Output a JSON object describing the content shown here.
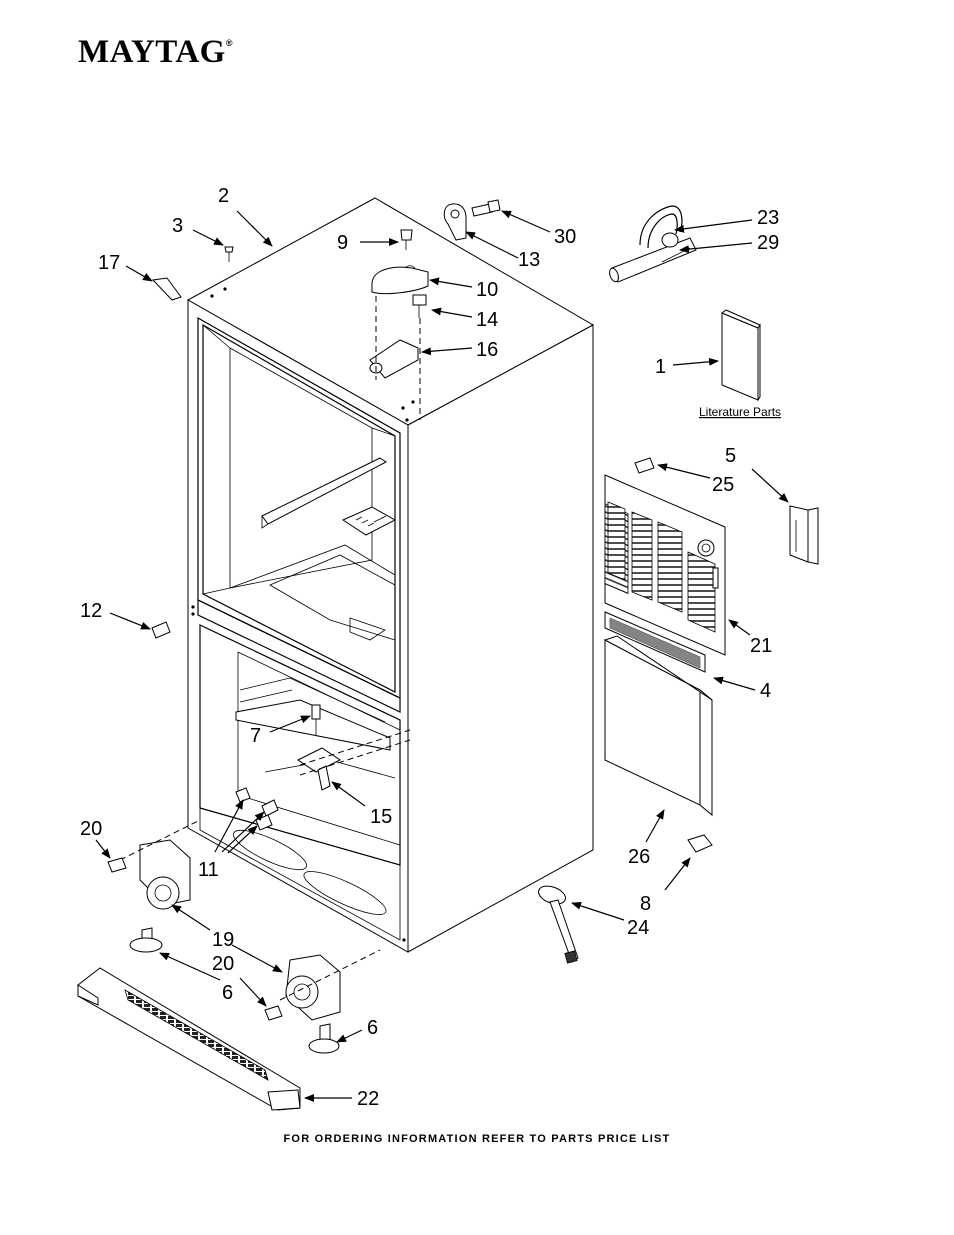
{
  "brand": {
    "name": "MAYTAG",
    "mark": "®"
  },
  "literature_label": "Literature Parts",
  "footer": "FOR ORDERING INFORMATION REFER TO PARTS PRICE LIST",
  "callouts": {
    "c1": "1",
    "c2": "2",
    "c3": "3",
    "c4": "4",
    "c5": "5",
    "c6a": "6",
    "c6b": "6",
    "c7": "7",
    "c8": "8",
    "c9": "9",
    "c10": "10",
    "c11": "11",
    "c12": "12",
    "c13": "13",
    "c14": "14",
    "c15": "15",
    "c16": "16",
    "c17": "17",
    "c19": "19",
    "c20a": "20",
    "c20b": "20",
    "c21": "21",
    "c22": "22",
    "c23": "23",
    "c24": "24",
    "c25": "25",
    "c26": "26",
    "c29": "29",
    "c30": "30"
  }
}
